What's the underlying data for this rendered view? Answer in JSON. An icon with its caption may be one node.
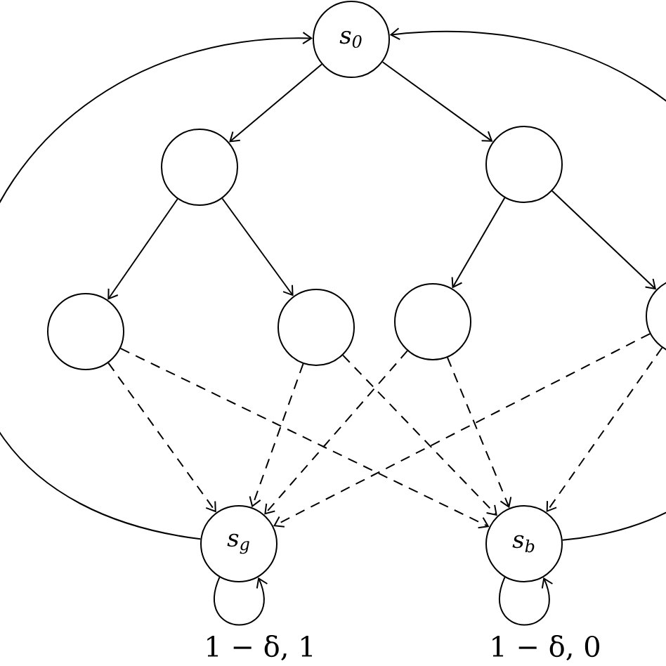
{
  "diagram": {
    "nodes": [
      {
        "text": [
          "s$_{0}$"
        ]
      },
      {
        "text": [],
        "shape": "circle"
      },
      {
        "text": [],
        "shape": "circle"
      },
      {
        "text": [],
        "shape": "circle"
      },
      {
        "text": [],
        "shape": "circle"
      },
      {
        "text": [],
        "shape": "circle"
      },
      {
        "text": [],
        "shape": "circle"
      },
      {
        "text": [
          "s$_{g}$"
        ]
      },
      {
        "text": [
          "s$_{b}$"
        ]
      }
    ],
    "edges": [
      {
        "from": 0,
        "to": 1,
        "arrow": "to"
      },
      {
        "from": 0,
        "to": 2,
        "arrow": "to"
      },
      {
        "from": 1,
        "to": 3,
        "arrow": "to"
      },
      {
        "from": 1,
        "to": 4,
        "arrow": "to"
      },
      {
        "from": 2,
        "to": 5,
        "arrow": "to"
      },
      {
        "from": 2,
        "to": 6,
        "arrow": "to"
      },
      {
        "from": 3,
        "to": 7,
        "arrow": "to",
        "style": "dashed"
      },
      {
        "from": 3,
        "to": 8,
        "arrow": "to",
        "style": "dashed"
      },
      {
        "from": 4,
        "to": 7,
        "arrow": "to",
        "style": "dashed"
      },
      {
        "from": 4,
        "to": 8,
        "arrow": "to",
        "style": "dashed"
      },
      {
        "from": 5,
        "to": 7,
        "arrow": "to",
        "style": "dashed"
      },
      {
        "from": 5,
        "to": 8,
        "arrow": "to",
        "style": "dashed"
      },
      {
        "from": 6,
        "to": 7,
        "arrow": "to",
        "style": "dashed"
      },
      {
        "from": 6,
        "to": 8,
        "arrow": "to",
        "style": "dashed"
      },
      {
        "from": 7,
        "to": 0,
        "arrow": "to"
      },
      {
        "from": 8,
        "to": 0,
        "arrow": "to"
      },
      {
        "from": 7,
        "to": 7,
        "arrow": "to",
        "label": "1 − δ, 1"
      },
      {
        "from": 8,
        "to": 8,
        "arrow": "to",
        "label": "1 − δ, 0"
      }
    ]
  }
}
